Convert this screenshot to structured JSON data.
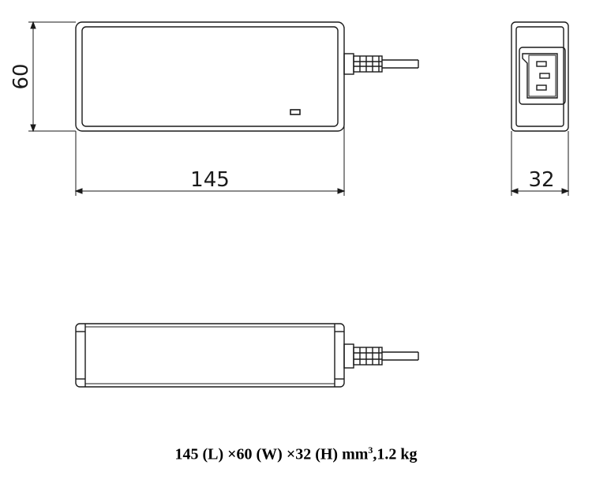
{
  "dimensions": {
    "height": "60",
    "length": "145",
    "depth": "32"
  },
  "caption": {
    "main": "145 (L) ×60 (W) ×32 (H) mm",
    "superscript": "3",
    "tail": ",1.2 kg"
  },
  "colors": {
    "line": "#1a1a1a",
    "background": "#ffffff"
  }
}
